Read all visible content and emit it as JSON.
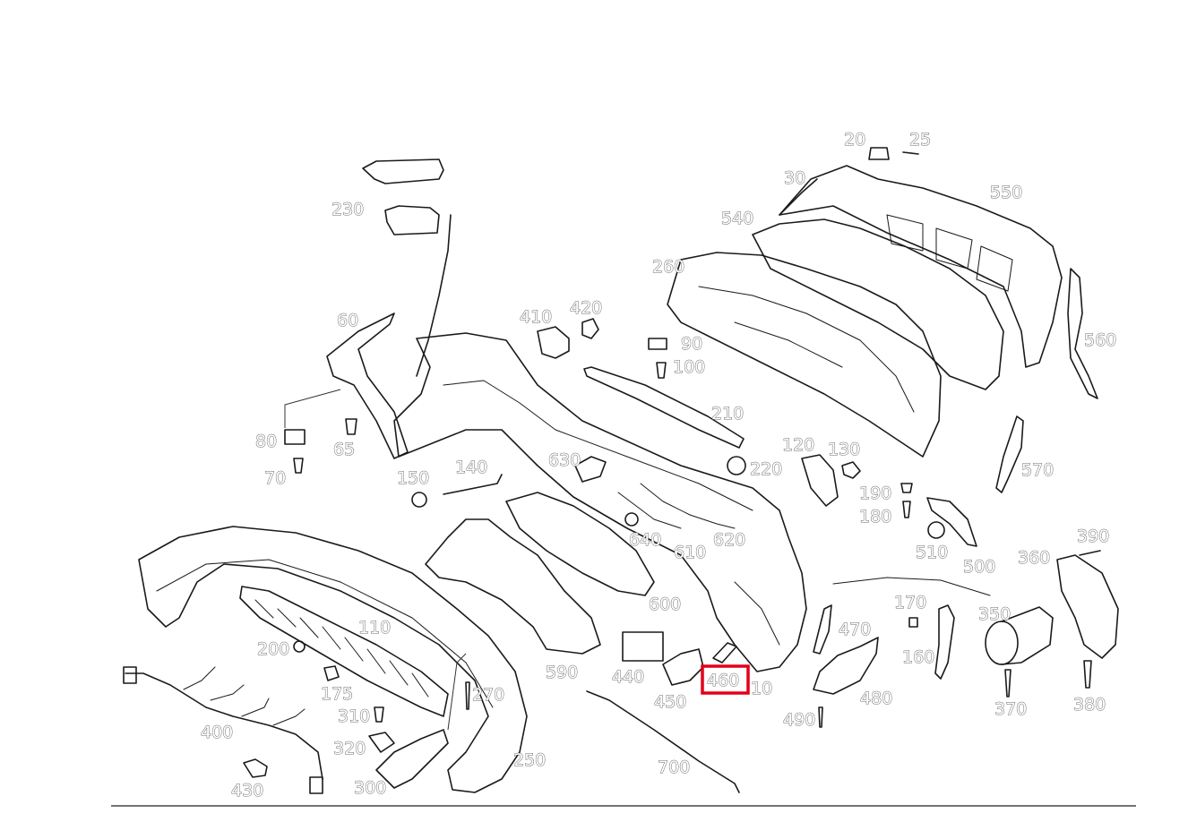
{
  "diagram": {
    "highlight_color": "#e3001b",
    "selected_part": "460",
    "callouts": [
      "20",
      "25",
      "30",
      "550",
      "540",
      "230",
      "260",
      "560",
      "60",
      "410",
      "420",
      "90",
      "100",
      "570",
      "210",
      "80",
      "65",
      "120",
      "130",
      "70",
      "150",
      "140",
      "630",
      "220",
      "190",
      "180",
      "640",
      "610",
      "620",
      "510",
      "500",
      "390",
      "360",
      "200",
      "110",
      "175",
      "310",
      "320",
      "300",
      "270",
      "400",
      "430",
      "250",
      "590",
      "600",
      "440",
      "450",
      "460",
      "10",
      "470",
      "480",
      "490",
      "170",
      "160",
      "350",
      "370",
      "380",
      "700"
    ]
  }
}
